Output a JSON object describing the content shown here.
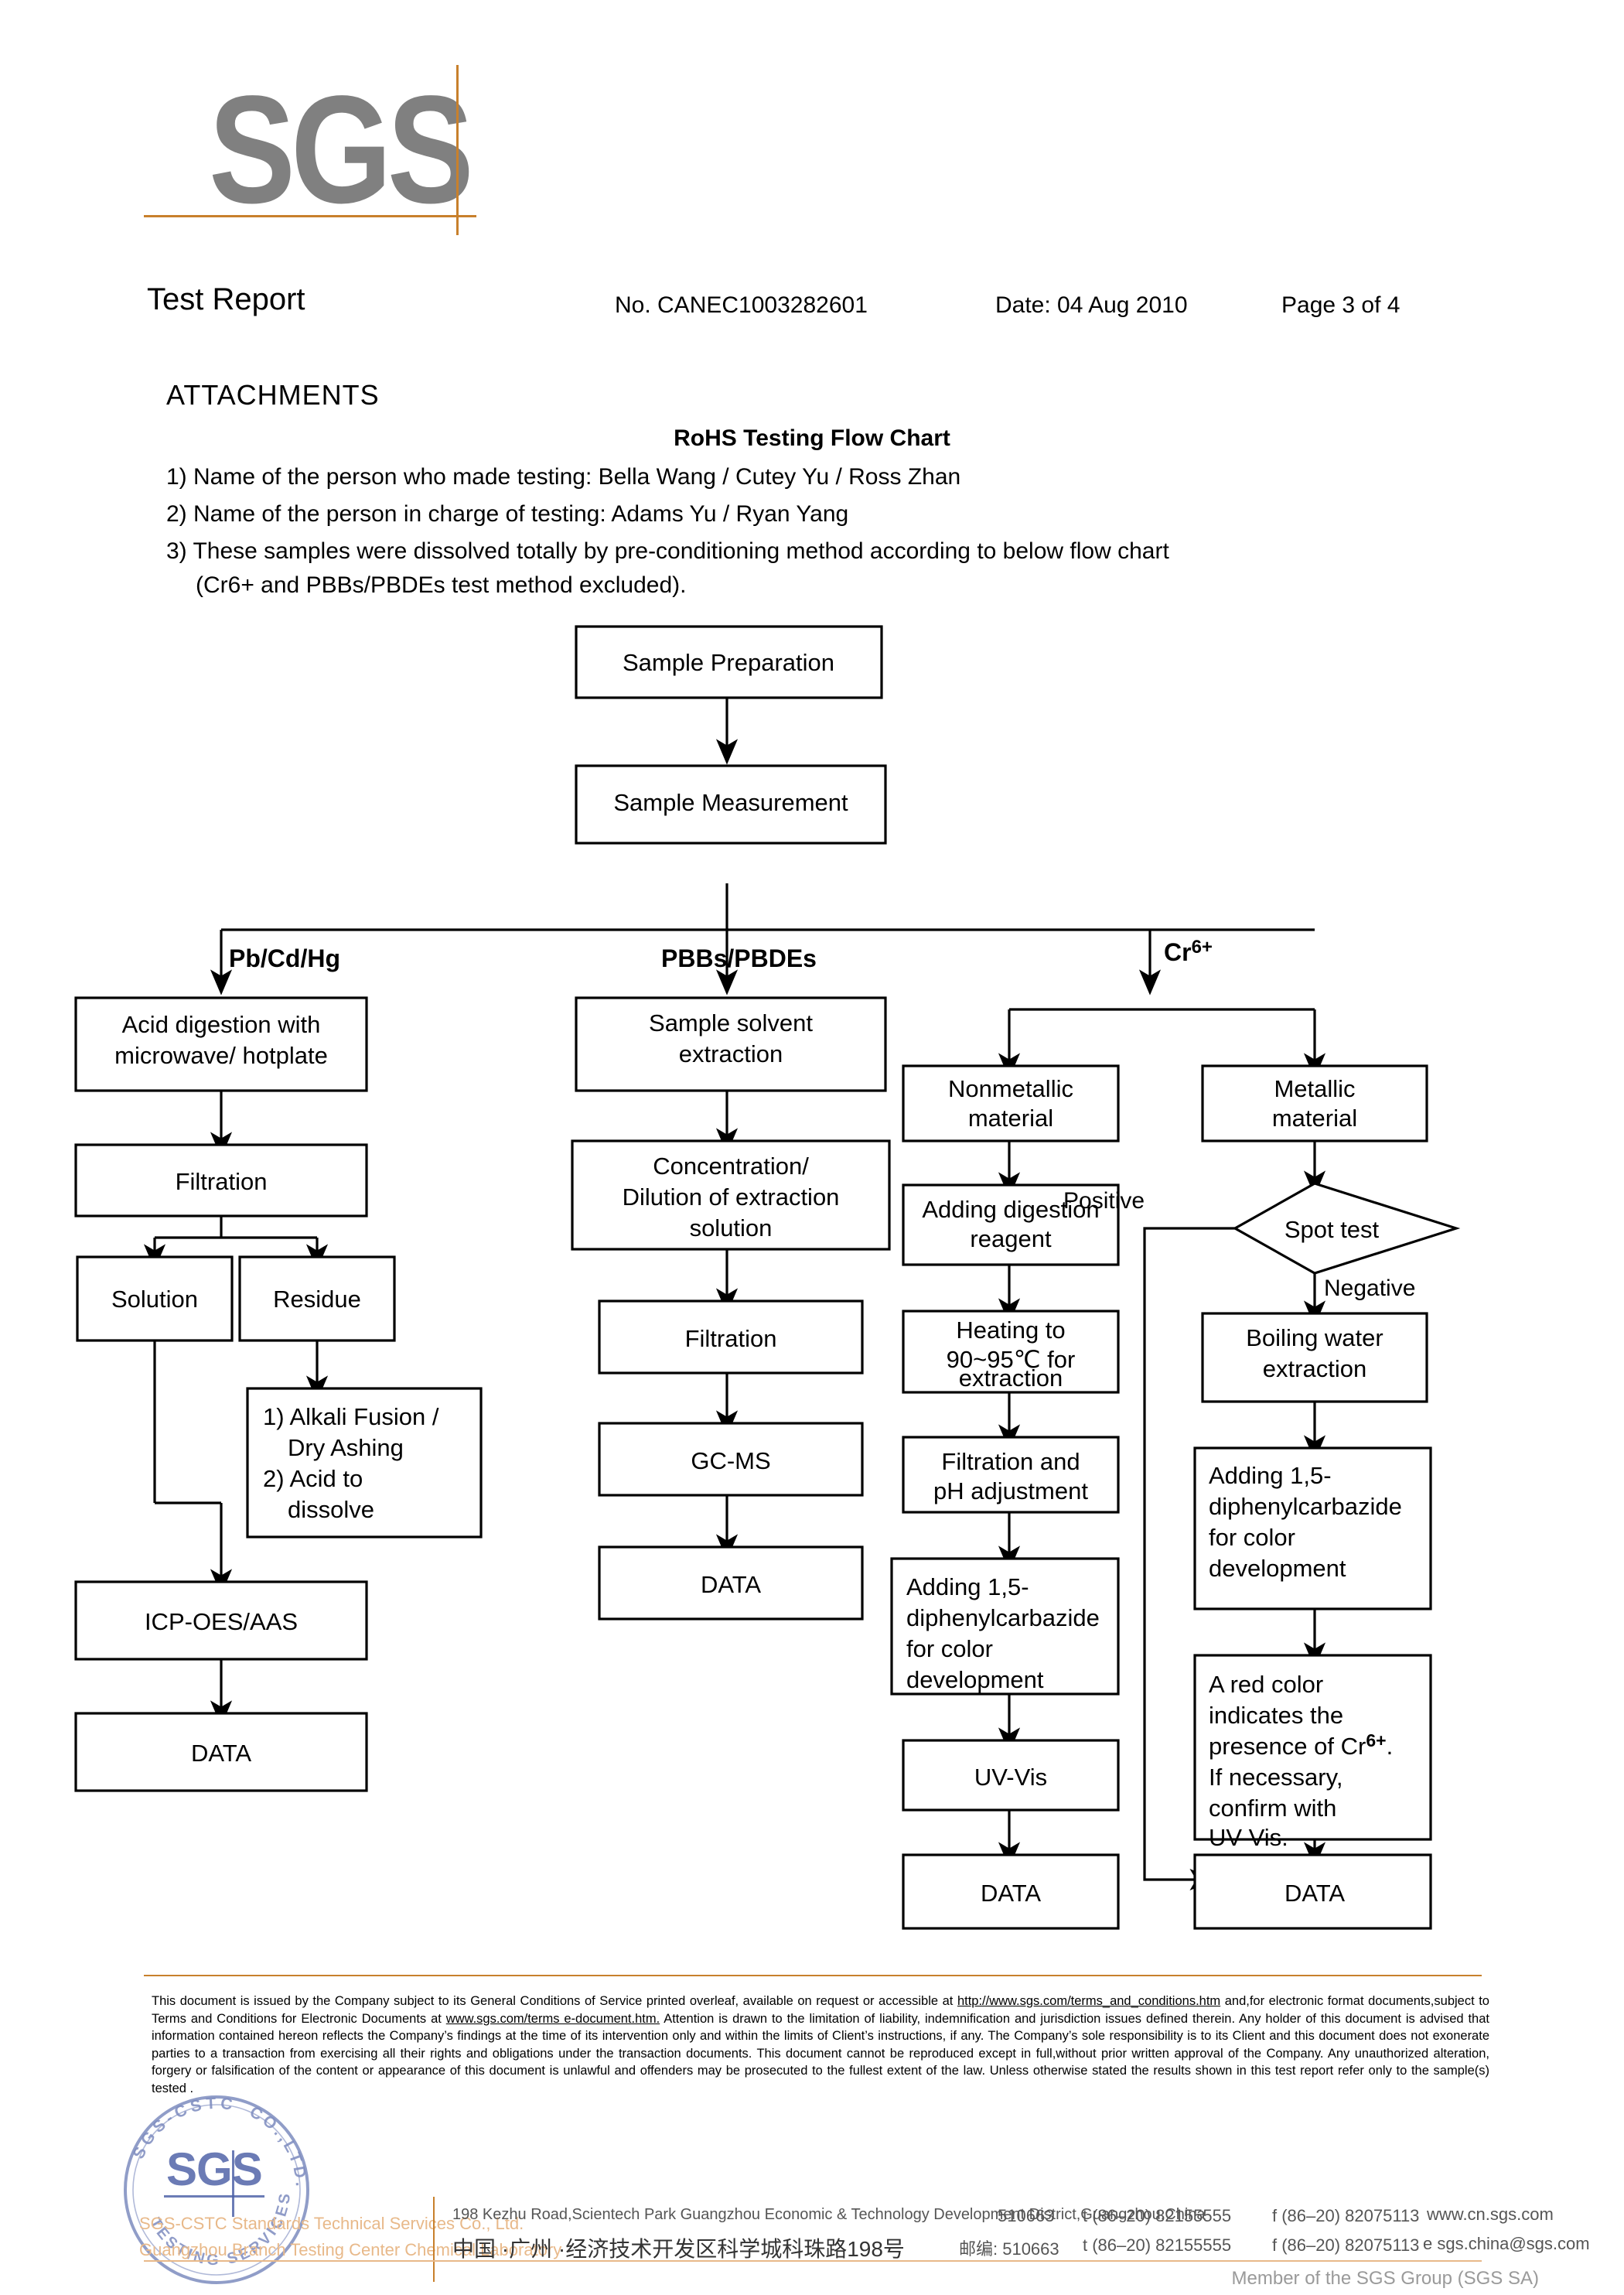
{
  "logo": {
    "text": "SGS",
    "color": "#808080",
    "rule_color": "#c8802c"
  },
  "header": {
    "title": "Test Report",
    "report_no": "No. CANEC1003282601",
    "date": "Date: 04 Aug 2010",
    "page": "Page 3 of 4"
  },
  "attachments": {
    "section_title": "ATTACHMENTS",
    "flow_title": "RoHS Testing Flow Chart",
    "note1": "1) Name of the person who made testing: Bella Wang / Cutey Yu / Ross Zhan",
    "note2": "2) Name of the person in charge of testing: Adams Yu / Ryan Yang",
    "note3": "3) These samples were dissolved totally by pre-conditioning method according to below flow chart",
    "note3b": "(Cr6+ and PBBs/PBDEs test method excluded)."
  },
  "chart_data": {
    "type": "diagram",
    "title": "RoHS Testing Flow Chart",
    "nodes": {
      "sample_preparation": "Sample Preparation",
      "sample_measurement": "Sample Measurement",
      "acid_digestion": "Acid digestion with\nmicrowave/ hotplate",
      "filtration_left": "Filtration",
      "solution": "Solution",
      "residue": "Residue",
      "alkali_fusion": "1) Alkali Fusion /\n    Dry Ashing\n2) Acid to\n    dissolve",
      "icp_oes_aas": "ICP-OES/AAS",
      "data_left": "DATA",
      "sample_solvent_extraction": "Sample solvent\nextraction",
      "concentration_dilution": "Concentration/\nDilution of extraction\nsolution",
      "filtration_mid": "Filtration",
      "gc_ms": "GC-MS",
      "data_mid": "DATA",
      "nonmetallic_material": "Nonmetallic\nmaterial",
      "adding_digestion_reagent": "Adding digestion\nreagent",
      "heating": "Heating to\n90~95℃  for\nextraction",
      "filtration_ph": "Filtration and\npH adjustment",
      "adding_dpc_col3": "Adding 1,5-\ndiphenylcarbazide\nfor color\ndevelopment",
      "uv_vis": "UV-Vis",
      "data_col3": "DATA",
      "metallic_material": "Metallic\nmaterial",
      "spot_test": "Spot test",
      "boiling_water": "Boiling water\nextraction",
      "adding_dpc_col4": "Adding 1,5-\ndiphenylcarbazide\nfor color\ndevelopment",
      "red_color": "A red color\nindicates the\npresence of Cr6+.\nIf necessary,\nconfirm with\nUV-Vis.",
      "data_col4": "DATA"
    },
    "branch_labels": {
      "pb_cd_hg": "Pb/Cd/Hg",
      "pbbs_pbdes": "PBBs/PBDEs",
      "cr6": "Cr6+",
      "positive": "Positive",
      "negative": "Negative"
    },
    "edges": [
      "Sample Preparation -> Sample Measurement",
      "Sample Measurement -> Acid digestion with microwave/ hotplate [Pb/Cd/Hg]",
      "Sample Measurement -> Sample solvent extraction [PBBs/PBDEs]",
      "Sample Measurement -> Nonmetallic material [Cr6+]",
      "Sample Measurement -> Metallic material [Cr6+]",
      "Acid digestion -> Filtration",
      "Filtration -> Solution",
      "Filtration -> Residue",
      "Residue -> 1) Alkali Fusion / Dry Ashing 2) Acid to dissolve",
      "Solution -> ICP-OES/AAS",
      "1) Alkali Fusion ... -> ICP-OES/AAS",
      "ICP-OES/AAS -> DATA",
      "Sample solvent extraction -> Concentration/Dilution of extraction solution",
      "Concentration/Dilution -> Filtration",
      "Filtration -> GC-MS",
      "GC-MS -> DATA",
      "Nonmetallic material -> Adding digestion reagent",
      "Adding digestion reagent -> Heating to 90~95℃ for extraction",
      "Heating -> Filtration and pH adjustment",
      "Filtration and pH adjustment -> Adding 1,5-diphenylcarbazide for color development",
      "Adding 1,5-diphenylcarbazide -> UV-Vis",
      "UV-Vis -> DATA",
      "Metallic material -> Spot test",
      "Spot test -> DATA [Positive]",
      "Spot test -> Boiling water extraction [Negative]",
      "Boiling water extraction -> Adding 1,5-diphenylcarbazide for color development",
      "Adding 1,5-diphenylcarbazide -> A red color indicates the presence of Cr6+...",
      "A red color ... -> DATA"
    ]
  },
  "footer": {
    "disclaimer_1": "This document is issued by the Company subject to its General Conditions of Service printed overleaf, available on request or accessible at ",
    "disclaimer_link1": "http://www.sgs.com/terms_and_conditions.htm",
    "disclaimer_2": " and,for electronic format documents,subject to Terms and Conditions for Electronic Documents at ",
    "disclaimer_link2": "www.sgs.com/terms e-document.htm.",
    "disclaimer_3": " Attention is drawn to the limitation of liability, indemnification and jurisdiction issues defined therein. Any holder of this document is advised that information contained hereon reflects the Company’s findings  at the time of its intervention only and within the limits of Client’s  instructions,  if any.  The Company’s  sole  responsibility  is to its Client and this document does not exonerate parties to a transaction from exercising all their rights and obligations under the transaction documents.  This document cannot be reproduced except in full,without prior written approval of the Company. Any unauthorized alteration, forgery or falsification of the content or appearance of this document is unlawful and offenders may be prosecuted to the fullest extent of the law. Unless otherwise stated the results shown in this test report refer only to the sample(s) tested .",
    "stamp_text": "SGS",
    "stamp_ring_top": "SGS-CSTC",
    "stamp_ring_right": "CO.,LTD.",
    "stamp_ring_bottom": "TESTING SERVICES",
    "company_line1": "SGS-CSTC Standards Technical Services Co., Ltd.",
    "company_line2": "Guangzhou Branch Testing Center Chemical Laboratory",
    "address_en": "198 Kezhu Road,Scientech Park Guangzhou Economic & Technology Development District,Guangzhou,China",
    "address_cn": "中国 ·广州 ·经济技术开发区科学城科珠路198号",
    "zip_en": "510663",
    "zip_cn": "邮编: 510663",
    "tel": "t (86–20) 82155555",
    "fax": "f (86–20) 82075113",
    "website": "www.cn.sgs.com",
    "email_label": "e",
    "email": "sgs.china@sgs.com",
    "member": "Member of the SGS Group (SGS SA)"
  }
}
